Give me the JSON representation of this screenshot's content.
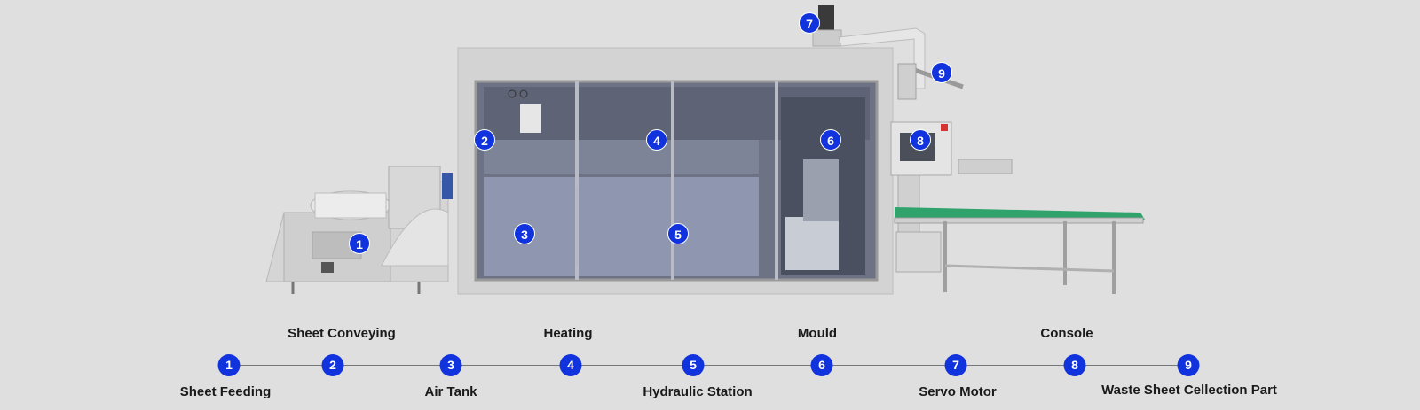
{
  "markers": [
    "1",
    "2",
    "3",
    "4",
    "5",
    "6",
    "7",
    "8",
    "9"
  ],
  "timeline": [
    {
      "num": "1",
      "label": "Sheet Feeding"
    },
    {
      "num": "2",
      "label": "Sheet Conveying"
    },
    {
      "num": "3",
      "label": "Air Tank"
    },
    {
      "num": "4",
      "label": "Heating"
    },
    {
      "num": "5",
      "label": "Hydraulic Station"
    },
    {
      "num": "6",
      "label": "Mould"
    },
    {
      "num": "7",
      "label": "Servo Motor"
    },
    {
      "num": "8",
      "label": "Console"
    },
    {
      "num": "9",
      "label": "Waste Sheet Cellection Part"
    }
  ],
  "colors": {
    "accent": "#1133dd",
    "background": "#dfdfdf"
  }
}
